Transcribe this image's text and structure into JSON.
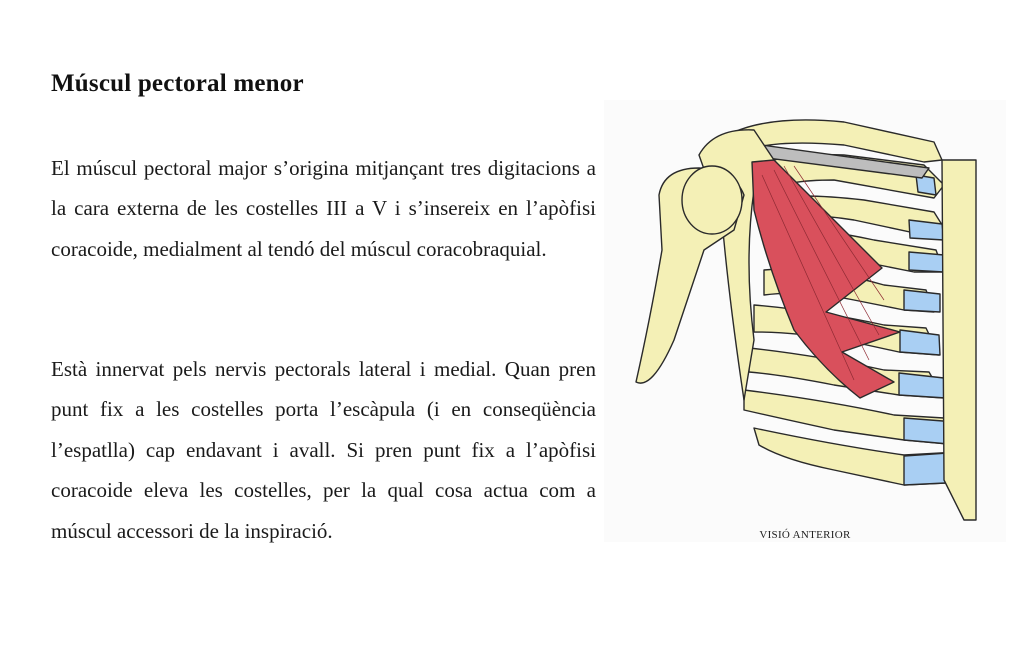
{
  "title": "Múscul pectoral menor",
  "paragraphs": [
    "El múscul pectoral major s’origina mitjançant tres digitacions a la cara externa de les costelles III a V i s’insereix en l’apòfisi coracoide, medialment al tendó del múscul coracobraquial.",
    "Està innervat pels nervis pectorals lateral i medial. Quan pren punt fix a les costelles porta l’escàpula (i en conseqüència l’espatlla) cap endavant i avall. Si pren punt fix a l’apòfisi coracoide eleva les costelles, per la qual cosa actua com a múscul accessori de la inspiració."
  ],
  "figure": {
    "caption": "VISIÓ ANTERIOR",
    "colors": {
      "bone": "#f4f0b6",
      "cartilage": "#a9cff3",
      "muscle": "#d9505c",
      "outline": "#2a2a2a"
    }
  }
}
